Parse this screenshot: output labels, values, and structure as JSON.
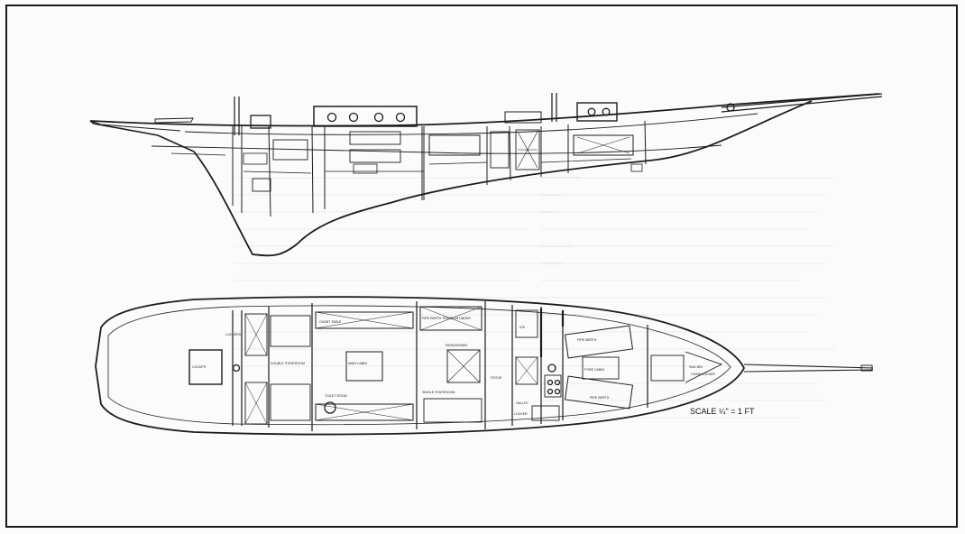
{
  "drawing": {
    "scale_label": "SCALE ¼\" = 1 FT",
    "plan_labels": {
      "chain_locker": "CHAIN LOCKER",
      "sail_bin": "SAIL BIN",
      "fore_cabin": "FORE CABIN",
      "pipe_berth": "PIPE BERTH",
      "galley": "GALLEY",
      "ice": "ICE",
      "stove": "STOVE",
      "locker": "LOCKER",
      "single_stateroom": "SINGLE STATEROOM",
      "passageway": "PASSAGEWAY",
      "pipe_berth_transom": "PIPE BERTH TRANSOM UNDER",
      "main_cabin": "MAIN CABIN",
      "chart_table": "CHART TABLE",
      "toilet_room": "TOILET ROOM",
      "double_stateroom": "DOUBLE STATEROOM",
      "cockpit": "COCKPIT",
      "lockers": "LOCKERS"
    }
  }
}
